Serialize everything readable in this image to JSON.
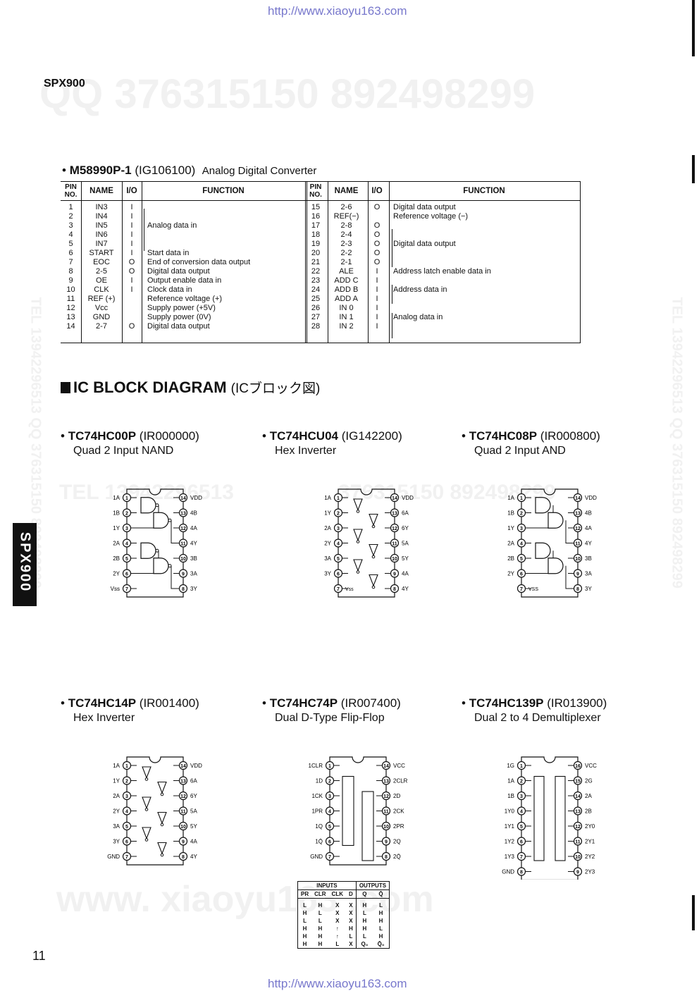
{
  "urls": {
    "top": "http://www.xiaoyu163.com",
    "bottom": "http://www.xiaoyu163.com"
  },
  "header": {
    "model": "SPX900"
  },
  "watermarks": {
    "qq": "QQ 376315150   892498299",
    "tel_left": "TEL 13942296513  QQ 376315150  892498299",
    "tel_right": "TEL 13942296513  QQ 376315150  892498299",
    "tel_mid": "TEL 13942296513",
    "qq_mid": "376315150  892498299",
    "www": "www. xiaoyu163 .com"
  },
  "side_tab": "SPX900",
  "page_number": "11",
  "adc": {
    "part": "M58990P-1",
    "code": "(IG106100)",
    "desc": "Analog Digital Converter",
    "headers": [
      "PIN NO.",
      "NAME",
      "I/O",
      "FUNCTION",
      "PIN NO.",
      "NAME",
      "I/O",
      "FUNCTION"
    ],
    "rows": [
      [
        "1",
        "IN3",
        "I",
        "",
        "15",
        "2-6",
        "O",
        "Digital data output"
      ],
      [
        "2",
        "IN4",
        "I",
        "",
        "16",
        "REF(−)",
        "",
        "Reference voltage (−)"
      ],
      [
        "3",
        "IN5",
        "I",
        "Analog data in",
        "17",
        "2-8",
        "O",
        ""
      ],
      [
        "4",
        "IN6",
        "I",
        "",
        "18",
        "2-4",
        "O",
        ""
      ],
      [
        "5",
        "IN7",
        "I",
        "",
        "19",
        "2-3",
        "O",
        "Digital data output"
      ],
      [
        "6",
        "START",
        "I",
        "Start data in",
        "20",
        "2-2",
        "O",
        ""
      ],
      [
        "7",
        "EOC",
        "O",
        "End of conversion data output",
        "21",
        "2-1",
        "O",
        ""
      ],
      [
        "8",
        "2-5",
        "O",
        "Digital data output",
        "22",
        "ALE",
        "I",
        "Address latch enable data in"
      ],
      [
        "9",
        "OE",
        "I",
        "Output enable data in",
        "23",
        "ADD C",
        "I",
        ""
      ],
      [
        "10",
        "CLK",
        "I",
        "Clock data in",
        "24",
        "ADD B",
        "I",
        "Address data in"
      ],
      [
        "11",
        "REF (+)",
        "",
        "Reference voltage (+)",
        "25",
        "ADD A",
        "I",
        ""
      ],
      [
        "12",
        "Vcc",
        "",
        "Supply power (+5V)",
        "26",
        "IN 0",
        "I",
        ""
      ],
      [
        "13",
        "GND",
        "",
        "Supply power (0V)",
        "27",
        "IN 1",
        "I",
        "Analog data in"
      ],
      [
        "14",
        "2-7",
        "O",
        "Digital data output",
        "28",
        "IN 2",
        "I",
        ""
      ]
    ]
  },
  "section_title": "IC BLOCK DIAGRAM",
  "section_title_jp": "(ICブロック図)",
  "ics": [
    {
      "part": "TC74HC00P",
      "code": "(IR000000)",
      "desc": "Quad 2 Input NAND",
      "left": [
        "1A",
        "1B",
        "1Y",
        "2A",
        "2B",
        "2Y",
        "Vss"
      ],
      "right": [
        "VDD",
        "4B",
        "4A",
        "4Y",
        "3B",
        "3A",
        "3Y"
      ]
    },
    {
      "part": "TC74HCU04",
      "code": "(IG142200)",
      "desc": "Hex Inverter",
      "left": [
        "1A",
        "1Y",
        "2A",
        "2Y",
        "3A",
        "3Y",
        ""
      ],
      "right": [
        "VDD",
        "6A",
        "6Y",
        "5A",
        "5Y",
        "4A",
        "4Y"
      ],
      "inner7": "Vss"
    },
    {
      "part": "TC74HC08P",
      "code": "(IR000800)",
      "desc": "Quad 2 Input AND",
      "left": [
        "1A",
        "1B",
        "1Y",
        "2A",
        "2B",
        "2Y",
        ""
      ],
      "right": [
        "VDD",
        "4B",
        "4A",
        "4Y",
        "3B",
        "3A",
        "3Y"
      ],
      "inner7": "VSS"
    },
    {
      "part": "TC74HC14P",
      "code": "(IR001400)",
      "desc": "Hex Inverter",
      "left": [
        "1A",
        "1Y",
        "2A",
        "2Y",
        "3A",
        "3Y",
        "GND"
      ],
      "right": [
        "VDD",
        "6A",
        "6Y",
        "5A",
        "5Y",
        "4A",
        "4Y"
      ]
    },
    {
      "part": "TC74HC74P",
      "code": "(IR007400)",
      "desc": "Dual D-Type Flip-Flop",
      "left": [
        "1CLR",
        "1D",
        "1CK",
        "1PR",
        "1Q",
        "1Q̄",
        "GND"
      ],
      "right": [
        "VCC",
        "2CLR",
        "2D",
        "2CK",
        "2PR",
        "2Q",
        "2Q̄"
      ]
    },
    {
      "part": "TC74HC139P",
      "code": "(IR013900)",
      "desc": "Dual 2 to 4 Demultiplexer",
      "left": [
        "1G",
        "1A",
        "1B",
        "1Y0",
        "1Y1",
        "1Y2",
        "1Y3",
        "GND"
      ],
      "right": [
        "VCC",
        "2G",
        "2A",
        "2B",
        "2Y0",
        "2Y1",
        "2Y2",
        "2Y3"
      ]
    }
  ],
  "truth_table": {
    "group_inputs": "INPUTS",
    "group_outputs": "OUTPUTS",
    "headers": [
      "PR",
      "CLR",
      "CLK",
      "D",
      "Q",
      "Q̄"
    ],
    "rows": [
      [
        "L",
        "H",
        "X",
        "X",
        "H",
        "L"
      ],
      [
        "H",
        "L",
        "X",
        "X",
        "L",
        "H"
      ],
      [
        "L",
        "L",
        "X",
        "X",
        "H",
        "H"
      ],
      [
        "H",
        "H",
        "↑",
        "H",
        "H",
        "L"
      ],
      [
        "H",
        "H",
        "↑",
        "L",
        "L",
        "H"
      ],
      [
        "H",
        "H",
        "L",
        "X",
        "Q₀",
        "Q̄₀"
      ]
    ]
  }
}
